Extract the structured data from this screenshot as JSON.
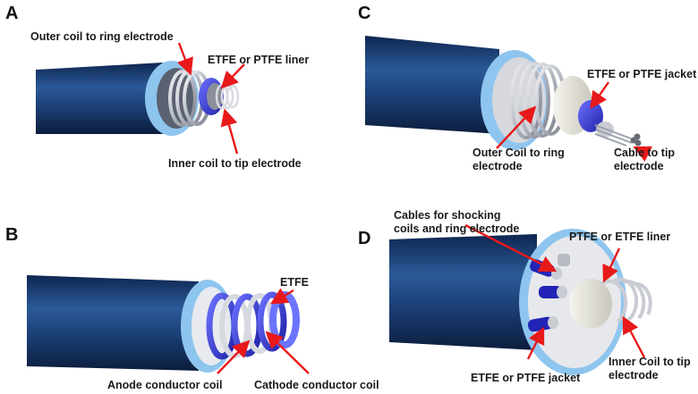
{
  "panels": {
    "A": {
      "letter": "A",
      "outer_coil": "Outer coil to ring electrode",
      "liner": "ETFE or PTFE liner",
      "inner_coil": "Inner coil to tip electrode"
    },
    "B": {
      "letter": "B",
      "etfe": "ETFE",
      "anode": "Anode conductor coil",
      "cathode": "Cathode conductor coil"
    },
    "C": {
      "letter": "C",
      "jacket": "ETFE or PTFE jacket",
      "outer_coil": "Outer Coil to ring electrode",
      "cable": "Cable to tip electrode"
    },
    "D": {
      "letter": "D",
      "cables": "Cables for shocking coils and ring electrode",
      "liner": "PTFE or ETFE liner",
      "jacket": "ETFE or PTFE jacket",
      "inner_coil": "Inner Coil to tip electrode"
    }
  },
  "colors": {
    "tube_body": "#1d3f72",
    "tube_rim": "#8ec5ee",
    "insulation_blue": "#3a3fd1",
    "coil_silver": "#c9ccd3",
    "arrow_red": "#e8191a"
  }
}
